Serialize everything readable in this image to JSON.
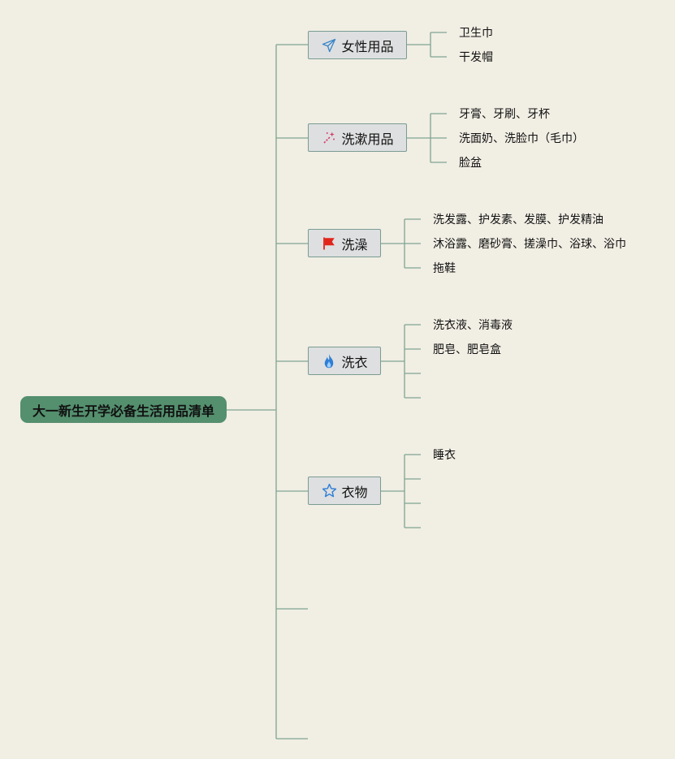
{
  "root": {
    "label": "大一新生开学必备生活用品清单"
  },
  "branches": [
    {
      "label": "女性用品",
      "icon": "paper-plane-icon",
      "leaves": [
        "卫生巾",
        "干发帽"
      ]
    },
    {
      "label": "洗漱用品",
      "icon": "sparkle-wand-icon",
      "leaves": [
        "牙膏、牙刷、牙杯",
        "洗面奶、洗脸巾（毛巾）",
        "脸盆"
      ]
    },
    {
      "label": "洗澡",
      "icon": "red-flag-icon",
      "leaves": [
        "洗发露、护发素、发膜、护发精油",
        "沐浴露、磨砂膏、搓澡巾、浴球、浴巾",
        "拖鞋"
      ]
    },
    {
      "label": "洗衣",
      "icon": "flame-icon",
      "leaves": [
        "洗衣液、消毒液",
        "肥皂、肥皂盒",
        "",
        ""
      ]
    },
    {
      "label": "衣物",
      "icon": "star-icon",
      "leaves": [
        "睡衣",
        "",
        "",
        ""
      ]
    },
    {
      "label": "",
      "icon": "",
      "leaves": []
    },
    {
      "label": "",
      "icon": "",
      "leaves": []
    }
  ],
  "colors": {
    "line": "#7fa592",
    "root_bg": "#548f6e",
    "node_bg": "#dedfe0",
    "node_border": "#7a9c93"
  }
}
